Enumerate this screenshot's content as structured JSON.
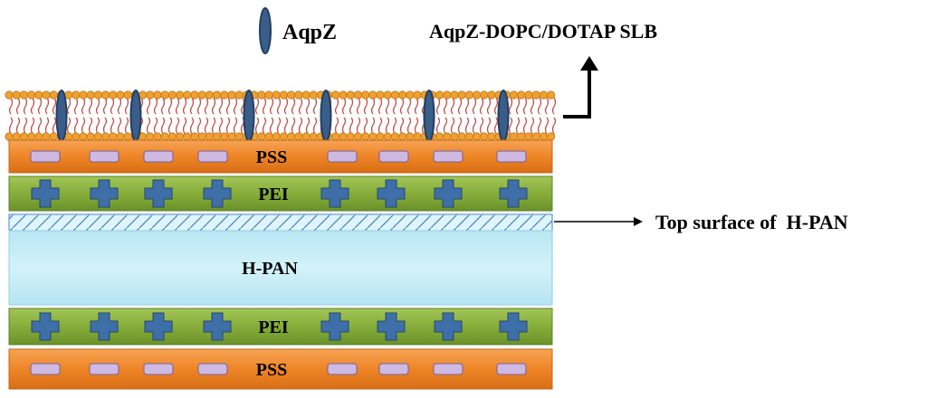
{
  "legend": {
    "protein_label": "AqpZ"
  },
  "bilayer_label": "AqpZ-DOPC/DOTAP SLB",
  "layers": {
    "pss_top": {
      "label": "PSS",
      "charge": "negative"
    },
    "pei_top": {
      "label": "PEI",
      "charge": "positive"
    },
    "hpan": {
      "label": "H-PAN"
    },
    "pei_bottom": {
      "label": "PEI",
      "charge": "positive"
    },
    "pss_bottom": {
      "label": "PSS",
      "charge": "negative"
    }
  },
  "top_surface_label": "Top surface of  H-PAN",
  "colors": {
    "pss": "#f08a2c",
    "pei": "#86ad3a",
    "hpan": "#c4edf7",
    "minus_fill": "#cdb9e2",
    "plus_fill": "#3f6fa8",
    "aqpz": "#3a5d8a",
    "lipid_head": "#f0a030",
    "lipid_tail": "#c0504d"
  }
}
